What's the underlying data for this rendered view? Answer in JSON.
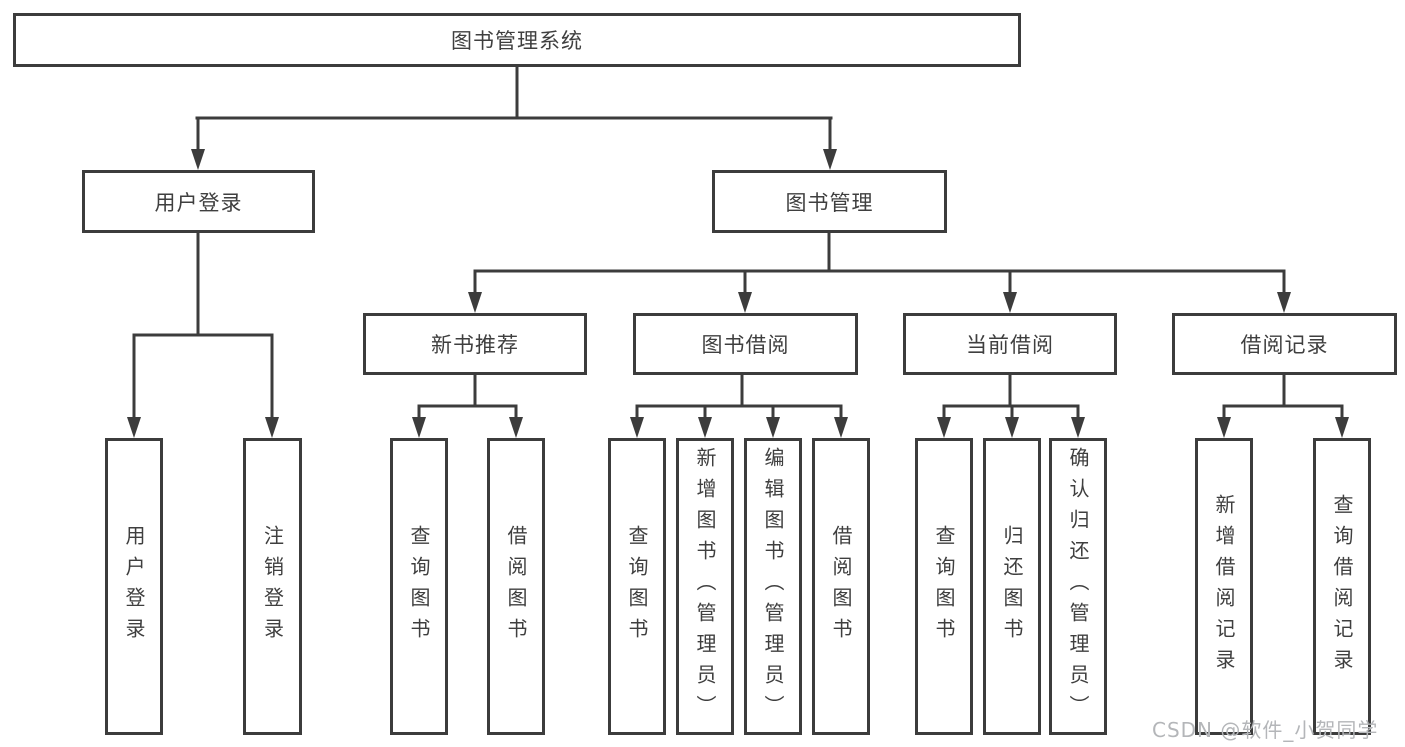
{
  "tree": {
    "root": {
      "label": "图书管理系统"
    },
    "branches": [
      {
        "label": "用户登录",
        "children": [
          "用户登录",
          "注销登录"
        ]
      },
      {
        "label": "图书管理",
        "children": [
          {
            "label": "新书推荐",
            "children": [
              "查询图书",
              "借阅图书"
            ]
          },
          {
            "label": "图书借阅",
            "children": [
              "查询图书",
              "新增图书（管理员）",
              "编辑图书（管理员）",
              "借阅图书"
            ]
          },
          {
            "label": "当前借阅",
            "children": [
              "查询图书",
              "归还图书",
              "确认归还（管理员）"
            ]
          },
          {
            "label": "借阅记录",
            "children": [
              "新增借阅记录",
              "查询借阅记录"
            ]
          }
        ]
      }
    ]
  },
  "watermark": {
    "text": "CSDN @软件_小贺同学"
  },
  "colors": {
    "line": "#3c3c3c",
    "box_fill": "#ffffff",
    "text": "#3f3f3f",
    "watermark": "#b4b6b9",
    "background": "#ffffff"
  }
}
